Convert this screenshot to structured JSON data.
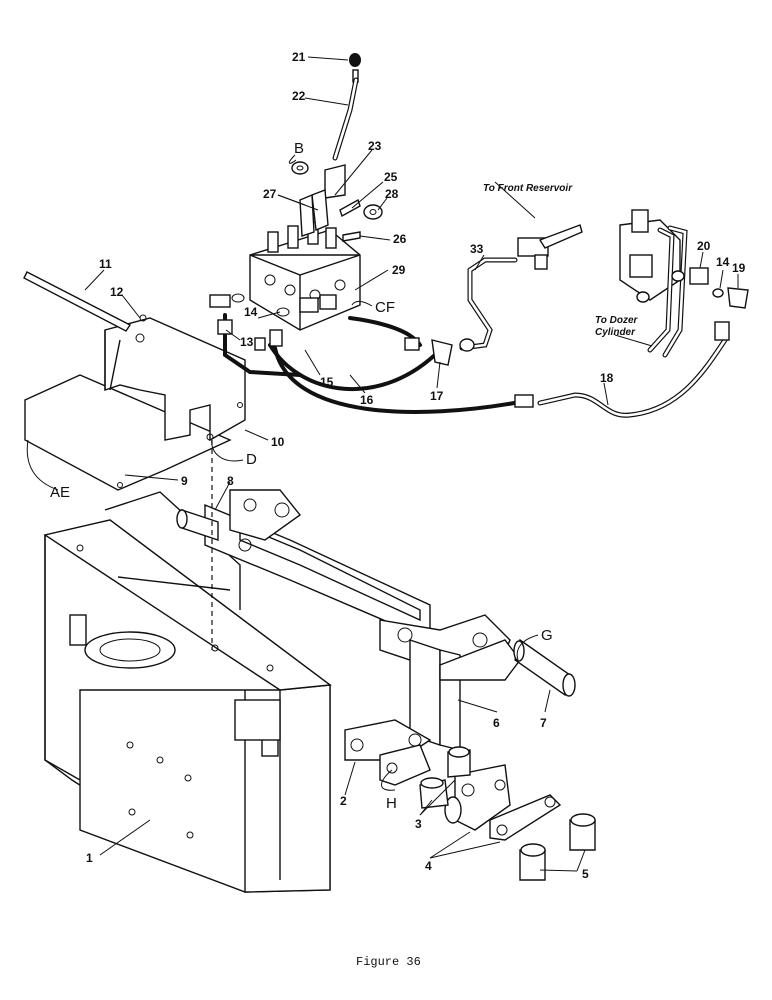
{
  "figure": {
    "caption": "Figure 36"
  },
  "parts": {
    "p1": "1",
    "p2": "2",
    "p3": "3",
    "p4": "4",
    "p5": "5",
    "p6": "6",
    "p7": "7",
    "p8": "8",
    "p9": "9",
    "p10": "10",
    "p11": "11",
    "p12": "12",
    "p13": "13",
    "p14a": "14",
    "p14b": "14",
    "p15": "15",
    "p16": "16",
    "p17": "17",
    "p18": "18",
    "p19": "19",
    "p20": "20",
    "p21": "21",
    "p22": "22",
    "p23": "23",
    "p25": "25",
    "p26": "26",
    "p27": "27",
    "p28": "28",
    "p29": "29",
    "p33": "33"
  },
  "callouts": {
    "B": "B",
    "D": "D",
    "G": "G",
    "H": "H",
    "AE": "AE",
    "CF": "CF"
  },
  "notes": {
    "front_reservoir": "To Front Reservoir",
    "dozer_line1": "To Dozer",
    "dozer_line2": "Cylinder"
  }
}
